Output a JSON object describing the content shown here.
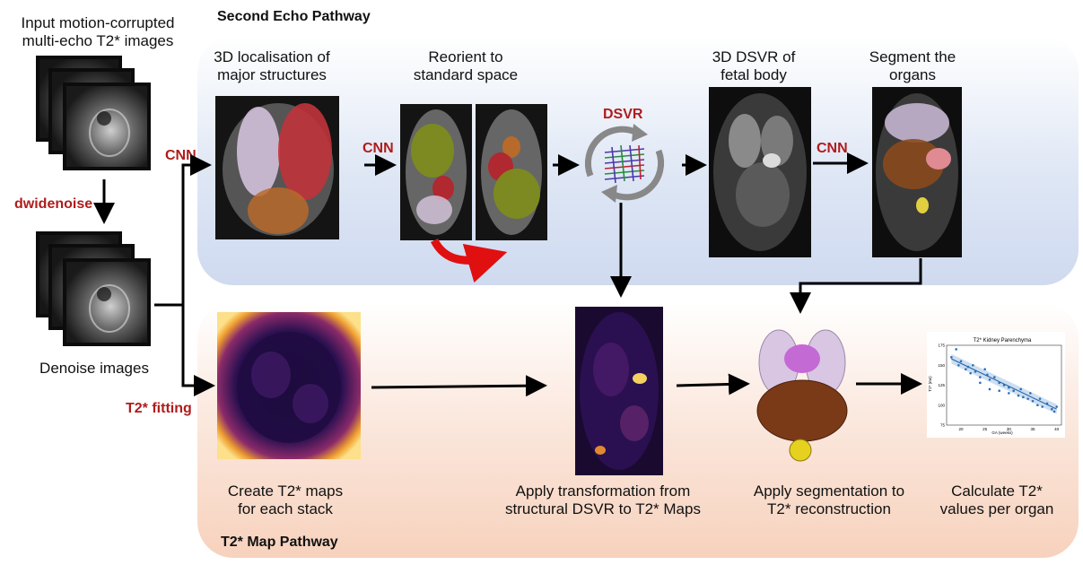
{
  "title_top": "Second Echo Pathway",
  "title_bottom": "T2* Map Pathway",
  "steps": {
    "input": [
      "Input motion-corrupted",
      "multi-echo T2* images"
    ],
    "denoise": "Denoise images",
    "localise": [
      "3D localisation of",
      "major structures"
    ],
    "reorient": [
      "Reorient to",
      "standard space"
    ],
    "dsvr": [
      "3D DSVR of",
      "fetal body"
    ],
    "segment": [
      "Segment the",
      "organs"
    ],
    "t2maps": [
      "Create T2* maps",
      "for each stack"
    ],
    "transform": [
      "Apply transformation from",
      "structural DSVR to T2* Maps"
    ],
    "applyseg": [
      "Apply segmentation to",
      "T2* reconstruction"
    ],
    "calc": [
      "Calculate T2*",
      "values per organ"
    ]
  },
  "methods": {
    "dwidenoise": "dwidenoise",
    "cnn": "CNN",
    "dsvr": "DSVR",
    "t2fit": "T2* fitting"
  },
  "colors": {
    "method_red": "#b01c1c",
    "arrow": "#000000",
    "rotate_arrow": "#e01010",
    "panel_top": "#cfdaf0",
    "panel_bottom": "#f7d2bd"
  },
  "icons": [
    "mri-stack-icon",
    "rotation-arrows-icon",
    "curved-arrow-icon"
  ],
  "chart_data": {
    "type": "scatter",
    "title": "T2* Kidney Parenchyma",
    "xlabel": "GA (weeks)",
    "ylabel": "T2* (ms)",
    "xlim": [
      17,
      41
    ],
    "ylim": [
      75,
      175
    ],
    "xticks": [
      "20",
      "25",
      "30",
      "35",
      "40"
    ],
    "yticks": [
      "175",
      "150",
      "125",
      "100",
      "75"
    ],
    "points": [
      [
        18,
        160
      ],
      [
        19,
        170
      ],
      [
        19.5,
        150
      ],
      [
        20,
        155
      ],
      [
        21,
        145
      ],
      [
        21.5,
        148
      ],
      [
        22,
        140
      ],
      [
        22.5,
        150
      ],
      [
        23,
        142
      ],
      [
        24,
        135
      ],
      [
        24,
        128
      ],
      [
        25,
        145
      ],
      [
        25.5,
        138
      ],
      [
        26,
        132
      ],
      [
        26,
        120
      ],
      [
        27,
        135
      ],
      [
        28,
        128
      ],
      [
        28,
        118
      ],
      [
        29,
        125
      ],
      [
        30,
        122
      ],
      [
        30,
        115
      ],
      [
        31,
        118
      ],
      [
        32,
        112
      ],
      [
        32.5,
        120
      ],
      [
        33,
        110
      ],
      [
        34,
        108
      ],
      [
        34.5,
        115
      ],
      [
        35,
        105
      ],
      [
        36,
        100
      ],
      [
        36.5,
        108
      ],
      [
        37,
        98
      ],
      [
        38,
        102
      ],
      [
        39,
        95
      ],
      [
        39.5,
        92
      ],
      [
        40,
        98
      ]
    ],
    "fit": [
      [
        18,
        158
      ],
      [
        40,
        95
      ]
    ]
  }
}
